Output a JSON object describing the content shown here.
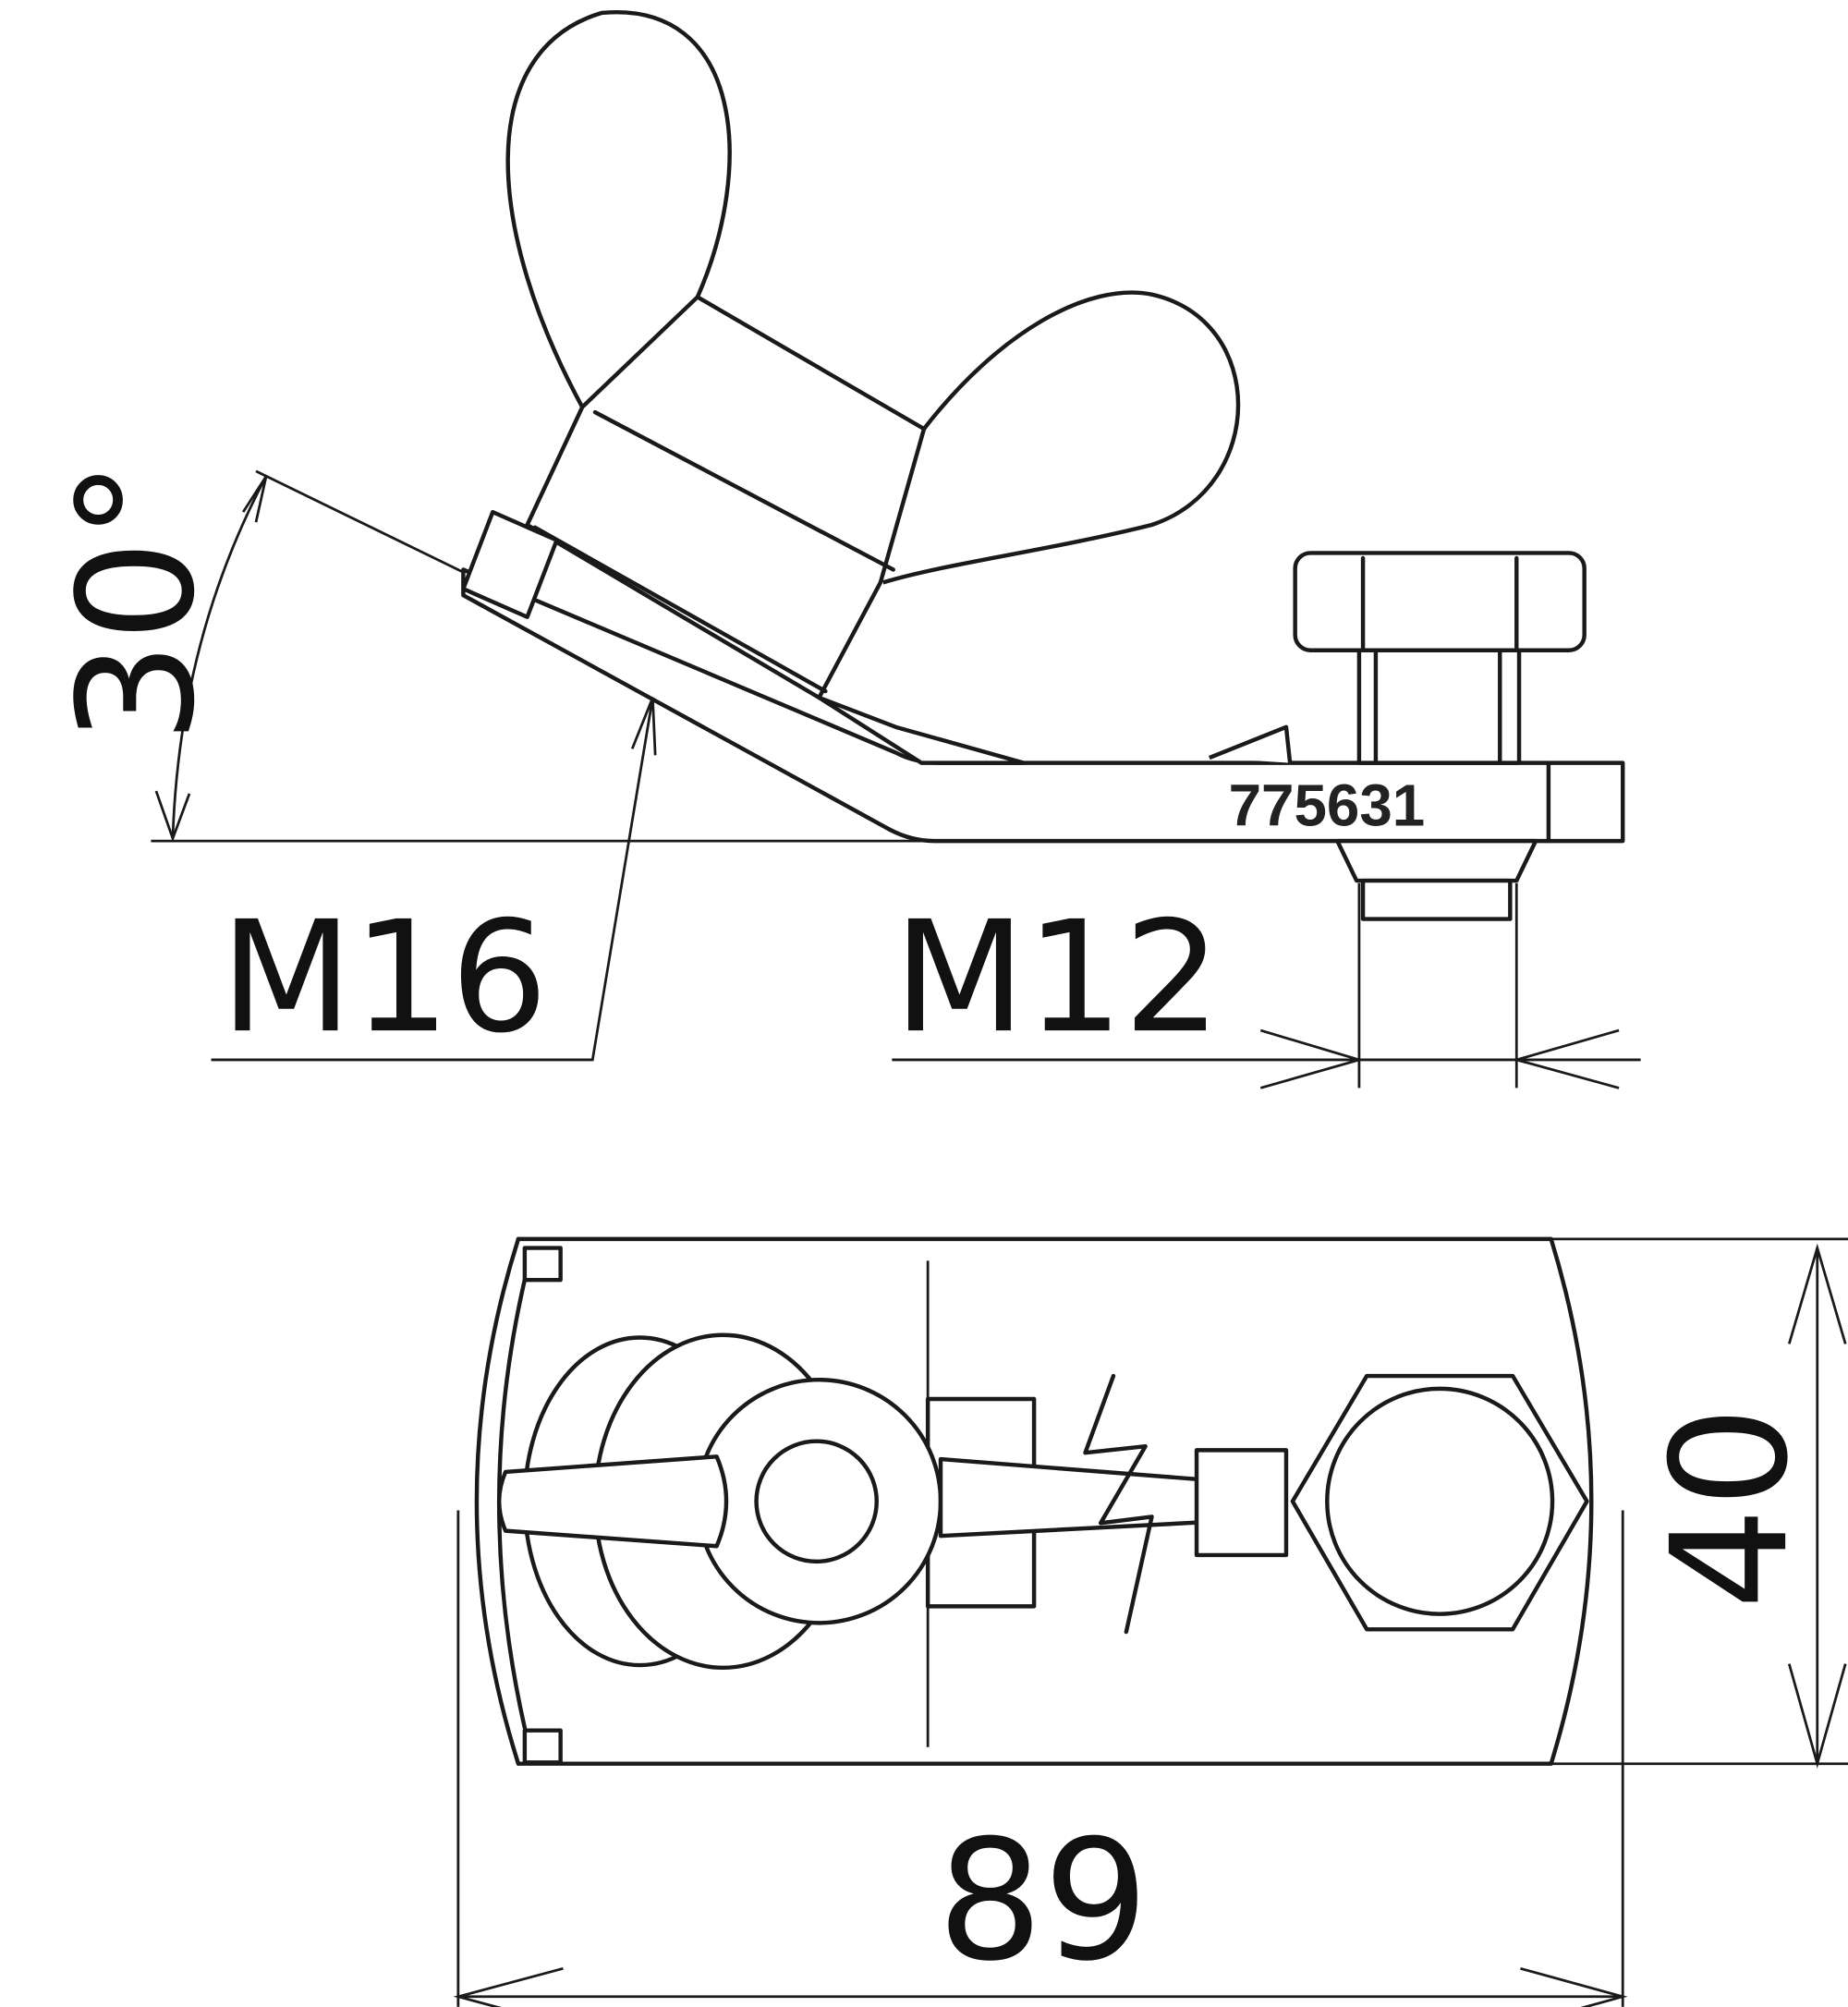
{
  "drawing": {
    "side_view": {
      "angle_label": "30°",
      "thread_wing_nut": "M16",
      "thread_bolt": "M12",
      "part_number": "775631"
    },
    "top_view": {
      "width_dimension": "89",
      "height_dimension": "40"
    },
    "line_color": "#1a1a1a"
  }
}
